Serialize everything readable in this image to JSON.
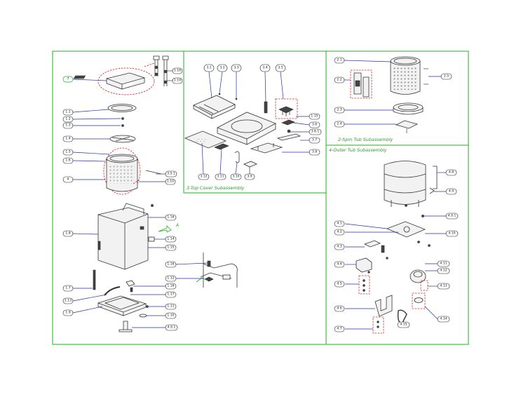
{
  "captions": {
    "top_cover": "3-Top Cover Subassembly",
    "spin_tub": "2-Spin Tub Subassembly",
    "outer_tub": "4-Outer Tub Subassembly"
  },
  "callouts": {
    "a7": "7",
    "a1_18": "1.18",
    "a1_19": "1.19",
    "a1_1": "1.1",
    "a1_2": "1.2",
    "a1_3": "1.3",
    "a1_4": "1.4",
    "a1_5": "1.5",
    "a1_6": "1.6",
    "a4": "4",
    "a3_5_1": "3.5.1",
    "a1_10": "1.10",
    "b3_1": "3.1",
    "b3_2": "3.2",
    "b3_3": "3.3",
    "b3_4": "3.4",
    "b3_5": "3.5",
    "b1_15": "1.15",
    "b3_6": "3.6",
    "b3_6_1": "3.6.1",
    "b3_7": "3.7",
    "b3_8": "3.8",
    "b3_12": "3.12",
    "b3_11": "3.11",
    "b3_10": "3.10",
    "b3_9": "3.9",
    "c2_1": "2.1",
    "c2_2": "2.2",
    "c2_3": "2.3",
    "c2_4": "2.4",
    "c2_5": "2.5",
    "d1_16a": "1.16",
    "d1_8": "1.8",
    "d1_14": "1.14",
    "d1_15": "1.15",
    "d1_16b": "1.16",
    "d1_12": "1.12",
    "d1_7": "1.7",
    "d1_13": "1.13",
    "d1_9": "1.9",
    "d1_16c": "1.16",
    "d1_17": "1.17",
    "d4_9_1": "4.9.1",
    "d1_11": "1.11",
    "d1_10b": "1.10",
    "arrow_a": "A",
    "e4_8": "4.8",
    "e4_9": "4.9",
    "e4_9_1": "4.9.1",
    "e4_1": "4.1",
    "e4_2": "4.2",
    "e4_10": "4.10",
    "e4_3": "4.3",
    "e4_4": "4.4",
    "e4_5": "4.5",
    "e4_11": "4.11",
    "e4_12": "4.12",
    "e4_13": "4.13",
    "e4_6": "4.6",
    "e4_15": "4.15",
    "e4_14": "4.14",
    "e4_7": "4.7"
  }
}
